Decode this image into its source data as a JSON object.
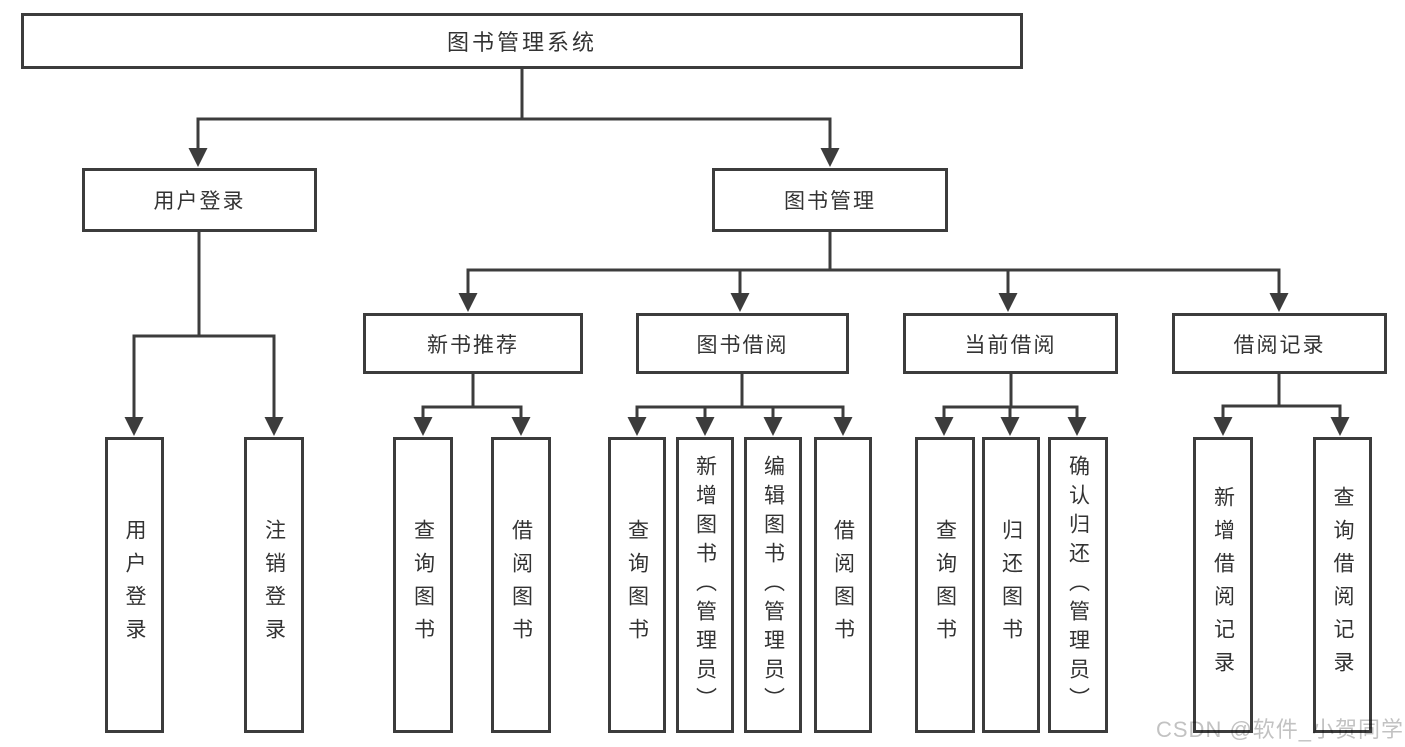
{
  "diagram": {
    "colors": {
      "stroke": "#3c3c3c",
      "text": "#333333",
      "watermark": "#c2c2c2",
      "background": "#ffffff"
    },
    "root": {
      "label": "图书管理系统"
    },
    "level2": [
      {
        "label": "用户登录"
      },
      {
        "label": "图书管理"
      }
    ],
    "level3": [
      {
        "label": "新书推荐"
      },
      {
        "label": "图书借阅"
      },
      {
        "label": "当前借阅"
      },
      {
        "label": "借阅记录"
      }
    ],
    "leaves": {
      "user": [
        {
          "label": "用户登录"
        },
        {
          "label": "注销登录"
        }
      ],
      "recommend": [
        {
          "label": "查询图书"
        },
        {
          "label": "借阅图书"
        }
      ],
      "borrow": [
        {
          "label": "查询图书"
        },
        {
          "label": "新增图书（管理员）"
        },
        {
          "label": "编辑图书（管理员）"
        },
        {
          "label": "借阅图书"
        }
      ],
      "current": [
        {
          "label": "查询图书"
        },
        {
          "label": "归还图书"
        },
        {
          "label": "确认归还（管理员）"
        }
      ],
      "records": [
        {
          "label": "新增借阅记录"
        },
        {
          "label": "查询借阅记录"
        }
      ]
    },
    "watermark": {
      "text": "CSDN @软件_小贺同学"
    }
  }
}
